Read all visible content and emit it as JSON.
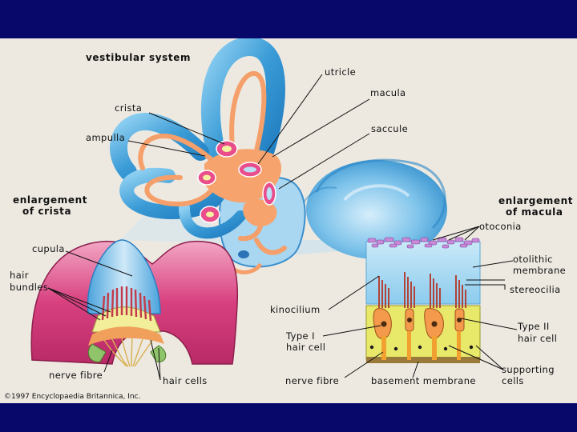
{
  "labels": {
    "vestibular_system": "vestibular system",
    "utricle": "utricle",
    "macula": "macula",
    "crista": "crista",
    "saccule": "saccule",
    "ampulla": "ampulla",
    "enlargement_of_crista_1": "enlargement",
    "enlargement_of_crista_2": "of crista",
    "enlargement_of_macula_1": "enlargement",
    "enlargement_of_macula_2": "of macula",
    "otoconia": "otoconia",
    "cupula": "cupula",
    "otolithic_membrane_1": "otolithic",
    "otolithic_membrane_2": "membrane",
    "hair_bundles_1": "hair",
    "hair_bundles_2": "bundles",
    "stereocilia": "stereocilia",
    "kinocilium": "kinocilium",
    "type_i_1": "Type I",
    "type_i_2": "hair cell",
    "type_ii_1": "Type II",
    "type_ii_2": "hair cell",
    "nerve_fibre_left": "nerve fibre",
    "hair_cells": "hair cells",
    "nerve_fibre_right": "nerve fibre",
    "basement_membrane": "basement membrane",
    "supporting_1": "supporting",
    "supporting_2": "cells",
    "copyright": "©1997 Encyclopaedia Britannica, Inc."
  },
  "colors": {
    "background": "#ede9e1",
    "slide_band": "#08086b",
    "canal_blue": "#4aa6dc",
    "duct_orange": "#f59f6a",
    "crista_pink": "#d83a7c",
    "support_yellow": "#e8e86a",
    "cell_orange": "#f49a4c"
  }
}
